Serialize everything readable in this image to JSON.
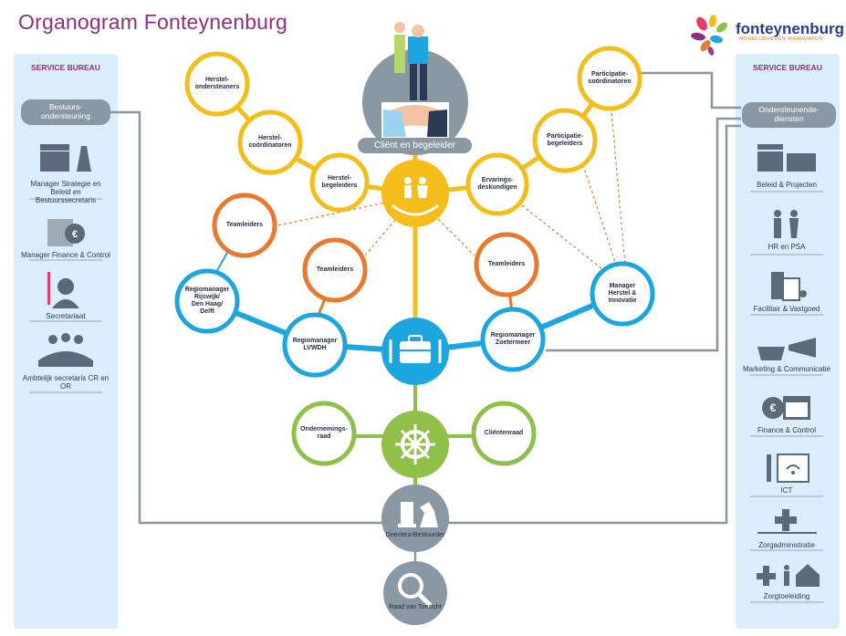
{
  "title": "Organogram Fonteynenburg",
  "logo": {
    "name": "fonteynenburg",
    "tagline": "MOGELIJKHEDEN WAARMAKEN"
  },
  "colors": {
    "yellow": "#f5bd1a",
    "orange": "#e8792f",
    "blue": "#1ba6e0",
    "green": "#8fc04a",
    "grey": "#8a98a3",
    "purple": "#8c2f7c",
    "panel": "#daeef9"
  },
  "left_panel": {
    "heading": "SERVICE BUREAU",
    "pill": "Bestuurs-\nondersteuning",
    "items": [
      {
        "label": "Manager Strategie en Beleid en Bestuurssecretaris",
        "icon": "clapperboard-chess-icon"
      },
      {
        "label": "Manager Finance & Control",
        "icon": "coins-euro-icon"
      },
      {
        "label": "Secretariaat",
        "icon": "headset-person-icon"
      },
      {
        "label": "Ambtelijk secretaris CR en OR",
        "icon": "group-hands-icon"
      }
    ]
  },
  "right_panel": {
    "heading": "SERVICE BUREAU",
    "pill": "Ondersteunende-\ndiensten",
    "items": [
      {
        "label": "Beleid & Projecten",
        "icon": "clapperboard-folder-icon"
      },
      {
        "label": "HR en PSA",
        "icon": "people-icon"
      },
      {
        "label": "Facilitair & Vastgoed",
        "icon": "devices-plant-icon"
      },
      {
        "label": "Marketing & Communicatie",
        "icon": "basket-megaphone-icon"
      },
      {
        "label": "Finance & Control",
        "icon": "euro-calendar-icon"
      },
      {
        "label": "ICT",
        "icon": "wrench-wifi-icon"
      },
      {
        "label": "Zorgadministratie",
        "icon": "cross-pen-icon"
      },
      {
        "label": "Zorgtoeleiding",
        "icon": "cross-people-house-icon"
      }
    ]
  },
  "client_label": "Cliënt en begeleider",
  "nodes": {
    "herstel_ondersteuners": "Herstel-\nondersteuners",
    "herstel_coordinatoren": "Herstel-\ncoördinatoren",
    "herstel_begeleiders": "Herstel-\nbegeleiders",
    "participatie_coordinatoren": "Participatie-\ncoördinatoren",
    "participatie_begeleiders": "Participatie-\nbegeleiders",
    "ervaringsdeskundigen": "Ervarings-\ndeskundigen",
    "teamleiders_1": "Teamleiders",
    "teamleiders_2": "Teamleiders",
    "teamleiders_3": "Teamleiders",
    "regiomanager_rijswijk": "Regiomanager\nRijswijk/\nDen Haag/\nDelft",
    "regiomanager_lvwdh": "Regiomanager\nLVWDH",
    "regiomanager_zoetermeer": "Regiomanager\nZoetermeer",
    "manager_herstel": "Manager\nHerstel &\nInnovatie",
    "ondernemingsraad": "Ondernemings-\nraad",
    "clientenraad": "Cliëntenraad",
    "directeur": "Directeur/Bestuurder",
    "raad_van_toezicht": "Raad van Toezicht"
  }
}
